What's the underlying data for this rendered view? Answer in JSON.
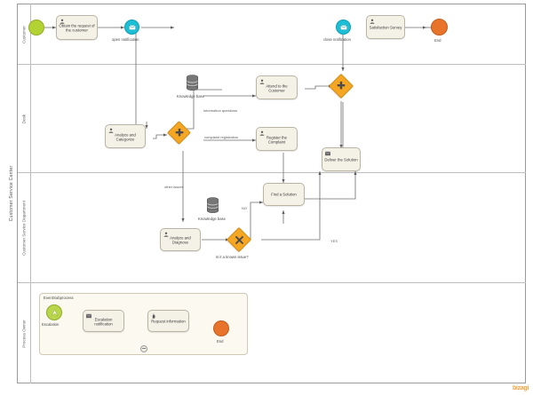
{
  "pool": {
    "name": "Customer Service Center"
  },
  "lanes": [
    {
      "id": "customer",
      "label": "Customer"
    },
    {
      "id": "desk",
      "label": "Desk"
    },
    {
      "id": "department",
      "label": "Customer Service Department"
    },
    {
      "id": "owner",
      "label": "Process Owner"
    }
  ],
  "nodes": {
    "start_request": {
      "label": "",
      "type": "start-event"
    },
    "obtain_request": {
      "label": "Obtain the request of the customer",
      "type": "user-task"
    },
    "open_notification": {
      "label": "open notification",
      "type": "intermediate-message-event"
    },
    "close_notification": {
      "label": "close notification",
      "type": "intermediate-message-event"
    },
    "satisfaction_survey": {
      "label": "Satisfaction Survey",
      "type": "user-task"
    },
    "end_customer": {
      "label": "End",
      "type": "end-event"
    },
    "knowledge_base_top": {
      "label": "Knowledge base",
      "type": "data-store"
    },
    "knowledge_base_bottom": {
      "label": "Knowledge base",
      "type": "data-store"
    },
    "analyze_categorize": {
      "label": "Analyze and Categorize",
      "type": "user-task"
    },
    "split_gateway": {
      "label": "",
      "type": "parallel-gateway"
    },
    "attend_customer": {
      "label": "Attend to the Customer",
      "type": "user-task"
    },
    "register_complaint": {
      "label": "Register the Complaint",
      "type": "user-task"
    },
    "join_gateway": {
      "label": "",
      "type": "parallel-gateway"
    },
    "deliver_solution": {
      "label": "Deliver the Solution",
      "type": "send-task"
    },
    "find_solution": {
      "label": "Find a Solution",
      "type": "task"
    },
    "analyze_diagnose": {
      "label": "Analyze and Diagnose",
      "type": "user-task"
    },
    "known_issue_gateway": {
      "label": "Is it a known issue?",
      "type": "exclusive-gateway"
    },
    "event_subprocess": {
      "label": "EventSubprocess",
      "type": "event-subprocess"
    },
    "escalation_start": {
      "label": "Escalation",
      "type": "escalation-start-event"
    },
    "escalation_notification": {
      "label": "Escalation notification",
      "type": "send-task"
    },
    "request_information": {
      "label": "Request information",
      "type": "manual-task"
    },
    "end_subprocess": {
      "label": "End",
      "type": "end-event"
    }
  },
  "flow_labels": {
    "information_questions": "information questions",
    "complaint_registration": "complaint registration",
    "other_issues": "other issues",
    "no": "NO",
    "yes": "YES"
  },
  "watermark": {
    "text": "bizagi"
  },
  "colors": {
    "start_event": "#b3d233",
    "end_event": "#e8732a",
    "message_event": "#1dbfd6",
    "gateway": "#f5a623",
    "task_fill": "#f4f1e7",
    "task_border": "#b9b4a4",
    "lane_border": "#bdbdbd",
    "connector": "#6e6e6e"
  }
}
